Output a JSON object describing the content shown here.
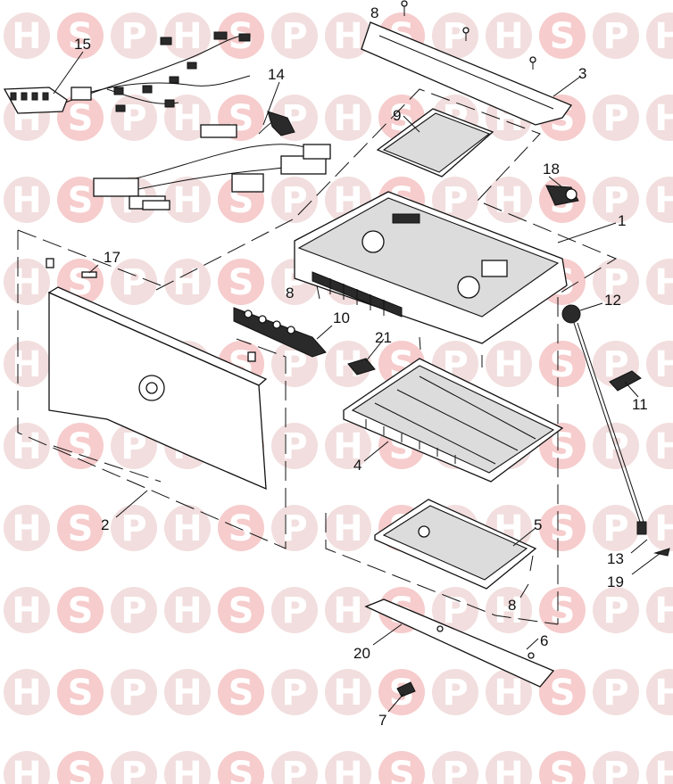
{
  "diagram": {
    "watermark_letters": [
      "H",
      "S",
      "P"
    ],
    "colors": {
      "watermark": "#f2dede",
      "watermark_accent": "#f6cccc",
      "line": "#111111"
    },
    "callouts": {
      "c1": "1",
      "c2": "2",
      "c3": "3",
      "c4": "4",
      "c5": "5",
      "c6": "6",
      "c7": "7",
      "c8a": "8",
      "c8b": "8",
      "c8c": "8",
      "c9": "9",
      "c10": "10",
      "c11": "11",
      "c12": "12",
      "c13": "13",
      "c14": "14",
      "c15": "15",
      "c17": "17",
      "c18": "18",
      "c19": "19",
      "c20": "20",
      "c21": "21"
    }
  }
}
